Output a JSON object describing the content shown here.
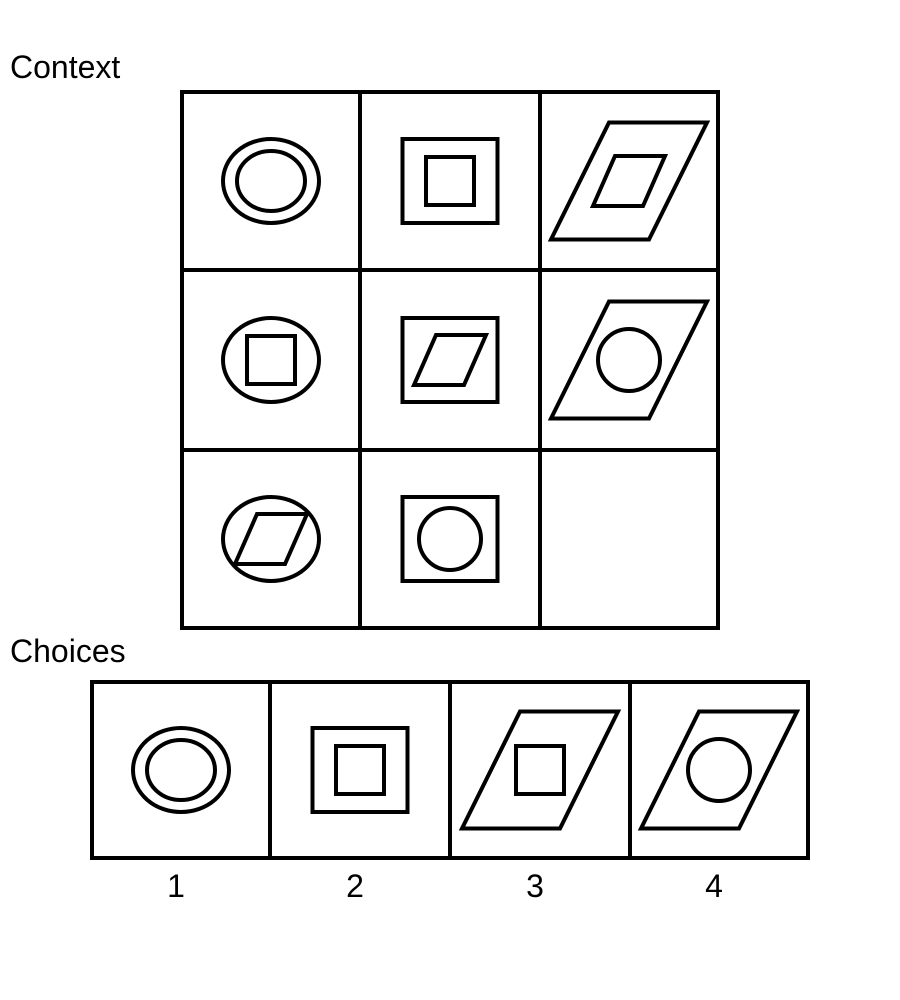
{
  "labels": {
    "context": "Context",
    "choices": "Choices"
  },
  "colors": {
    "ink": "#000000",
    "background": "#ffffff"
  },
  "context_grid": {
    "rows": 3,
    "cols": 3,
    "cells": [
      {
        "outer": "circle",
        "inner": "circle"
      },
      {
        "outer": "square",
        "inner": "square"
      },
      {
        "outer": "parallelogram",
        "inner": "parallelogram"
      },
      {
        "outer": "circle",
        "inner": "square"
      },
      {
        "outer": "square",
        "inner": "parallelogram"
      },
      {
        "outer": "parallelogram",
        "inner": "circle"
      },
      {
        "outer": "circle",
        "inner": "parallelogram"
      },
      {
        "outer": "square",
        "inner": "circle"
      },
      {
        "outer": "empty",
        "inner": "empty"
      }
    ]
  },
  "choices": [
    {
      "number": "1",
      "outer": "circle",
      "inner": "circle"
    },
    {
      "number": "2",
      "outer": "square",
      "inner": "square"
    },
    {
      "number": "3",
      "outer": "parallelogram",
      "inner": "square"
    },
    {
      "number": "4",
      "outer": "parallelogram",
      "inner": "circle"
    }
  ]
}
